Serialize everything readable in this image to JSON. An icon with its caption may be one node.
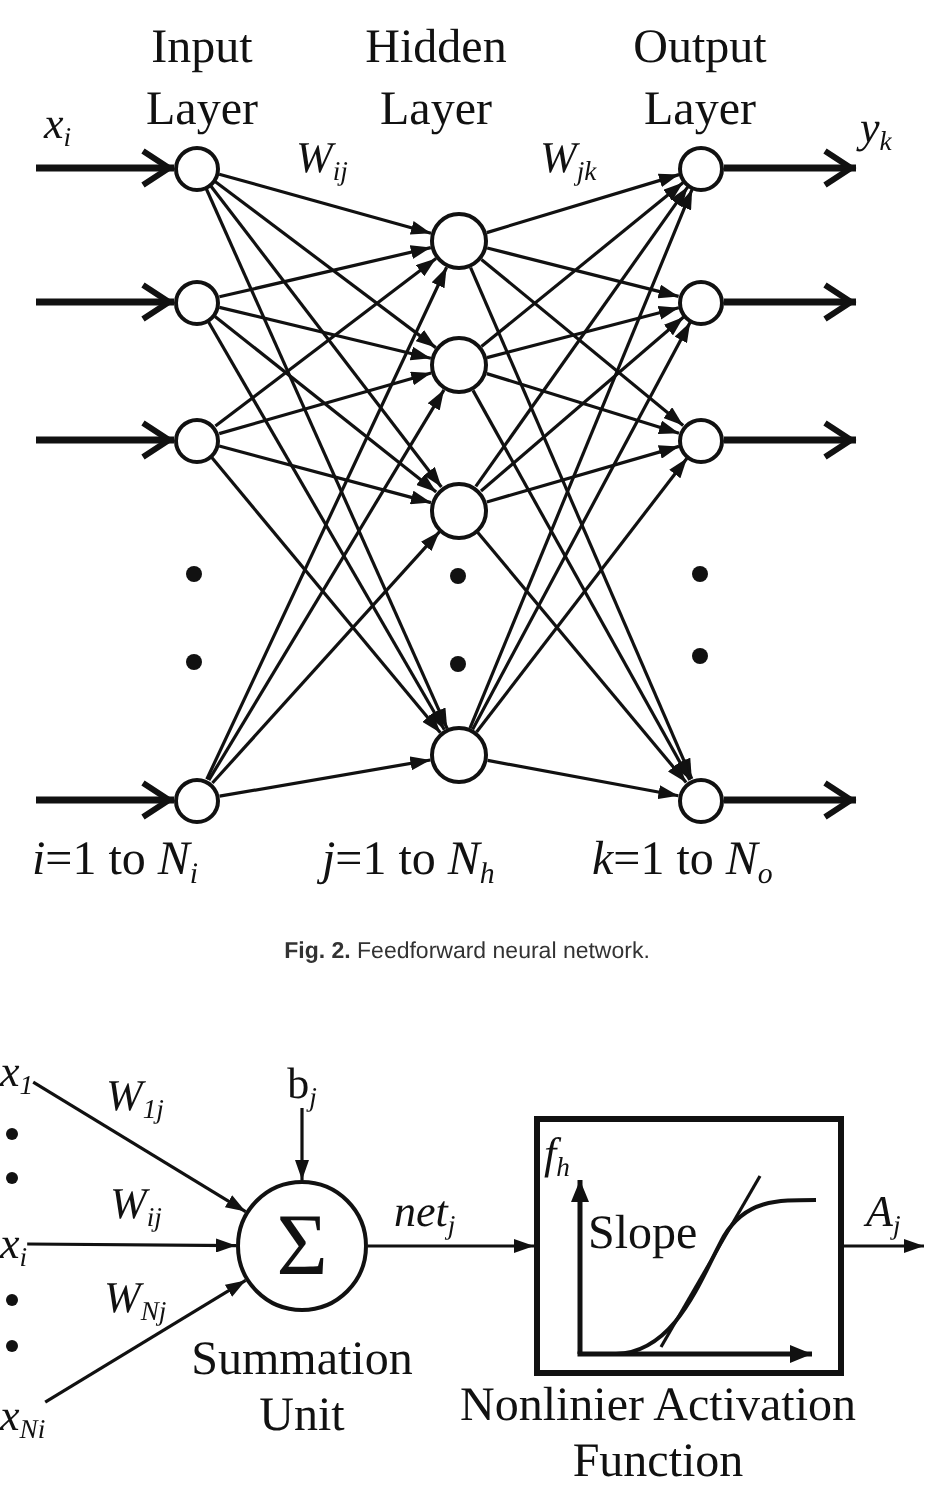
{
  "diagram": {
    "caption": "**Fig. 2.** Feedforward neural network.",
    "nodes": [
      {
        "text": [],
        "shape": "circle"
      },
      {
        "text": [],
        "shape": "circle"
      },
      {
        "text": [],
        "shape": "circle"
      },
      {
        "text": [],
        "shape": "circle"
      },
      {
        "text": [],
        "shape": "circle"
      },
      {
        "text": [],
        "shape": "circle"
      },
      {
        "text": [],
        "shape": "circle"
      },
      {
        "text": [],
        "shape": "circle"
      },
      {
        "text": [],
        "shape": "circle"
      },
      {
        "text": [],
        "shape": "circle"
      },
      {
        "text": [],
        "shape": "circle"
      },
      {
        "text": [],
        "shape": "circle"
      },
      {
        "text": [
          "x$_{1}$"
        ]
      },
      {
        "text": [
          "x$_{i}$"
        ]
      },
      {
        "text": [
          "x$_{Ni}$"
        ]
      },
      {
        "text": [
          "b$_{j}$"
        ]
      },
      {
        "text": [
          "Σ"
        ],
        "beside": [
          "Summation Unit"
        ]
      },
      {
        "text": [
          "f$_{h}$",
          "Slope"
        ],
        "beside": [
          "Nonlinier Activation Function"
        ]
      }
    ],
    "edges": [
      {
        "from": null,
        "to": 0,
        "arrow": "to",
        "style": "thick",
        "label": "x$_{i}$"
      },
      {
        "from": null,
        "to": 1,
        "arrow": "to",
        "style": "thick"
      },
      {
        "from": null,
        "to": 2,
        "arrow": "to",
        "style": "thick"
      },
      {
        "from": null,
        "to": 3,
        "arrow": "to",
        "style": "thick"
      },
      {
        "from": 0,
        "to": 4,
        "arrow": "to",
        "label": "W$_{ij}$"
      },
      {
        "from": 0,
        "to": 5,
        "arrow": "to"
      },
      {
        "from": 0,
        "to": 6,
        "arrow": "to"
      },
      {
        "from": 0,
        "to": 7,
        "arrow": "to"
      },
      {
        "from": 1,
        "to": 4,
        "arrow": "to"
      },
      {
        "from": 1,
        "to": 5,
        "arrow": "to"
      },
      {
        "from": 1,
        "to": 6,
        "arrow": "to"
      },
      {
        "from": 1,
        "to": 7,
        "arrow": "to"
      },
      {
        "from": 2,
        "to": 4,
        "arrow": "to"
      },
      {
        "from": 2,
        "to": 5,
        "arrow": "to"
      },
      {
        "from": 2,
        "to": 6,
        "arrow": "to"
      },
      {
        "from": 2,
        "to": 7,
        "arrow": "to"
      },
      {
        "from": 3,
        "to": 4,
        "arrow": "to"
      },
      {
        "from": 3,
        "to": 5,
        "arrow": "to"
      },
      {
        "from": 3,
        "to": 6,
        "arrow": "to"
      },
      {
        "from": 3,
        "to": 7,
        "arrow": "to"
      },
      {
        "from": 4,
        "to": 8,
        "arrow": "to",
        "label": "W$_{jk}$"
      },
      {
        "from": 4,
        "to": 9,
        "arrow": "to"
      },
      {
        "from": 4,
        "to": 10,
        "arrow": "to"
      },
      {
        "from": 4,
        "to": 11,
        "arrow": "to"
      },
      {
        "from": 5,
        "to": 8,
        "arrow": "to"
      },
      {
        "from": 5,
        "to": 9,
        "arrow": "to"
      },
      {
        "from": 5,
        "to": 10,
        "arrow": "to"
      },
      {
        "from": 5,
        "to": 11,
        "arrow": "to"
      },
      {
        "from": 6,
        "to": 8,
        "arrow": "to"
      },
      {
        "from": 6,
        "to": 9,
        "arrow": "to"
      },
      {
        "from": 6,
        "to": 10,
        "arrow": "to"
      },
      {
        "from": 6,
        "to": 11,
        "arrow": "to"
      },
      {
        "from": 7,
        "to": 8,
        "arrow": "to"
      },
      {
        "from": 7,
        "to": 9,
        "arrow": "to"
      },
      {
        "from": 7,
        "to": 10,
        "arrow": "to"
      },
      {
        "from": 7,
        "to": 11,
        "arrow": "to"
      },
      {
        "from": 8,
        "to": null,
        "arrow": "to",
        "style": "thick",
        "label": "y$_{k}$"
      },
      {
        "from": 9,
        "to": null,
        "arrow": "to",
        "style": "thick"
      },
      {
        "from": 10,
        "to": null,
        "arrow": "to",
        "style": "thick"
      },
      {
        "from": 11,
        "to": null,
        "arrow": "to",
        "style": "thick"
      },
      {
        "from": 12,
        "to": 16,
        "arrow": "to",
        "label": "W$_{1j}$"
      },
      {
        "from": 13,
        "to": 16,
        "arrow": "to",
        "label": "W$_{ij}$"
      },
      {
        "from": 14,
        "to": 16,
        "arrow": "to",
        "label": "W$_{Nj}$"
      },
      {
        "from": 15,
        "to": 16,
        "arrow": "to"
      },
      {
        "from": 16,
        "to": 17,
        "arrow": "to",
        "label": "net$_{j}$"
      },
      {
        "from": 17,
        "to": null,
        "arrow": "to",
        "label": "A$_{j}$"
      }
    ],
    "labels": [
      "Input Layer",
      "Hidden Layer",
      "Output Layer",
      "*i*=1 to *N*$_{i}$",
      "*j*=1 to *N*$_{h}$",
      "*k*=1 to *N*$_{o}$"
    ]
  }
}
